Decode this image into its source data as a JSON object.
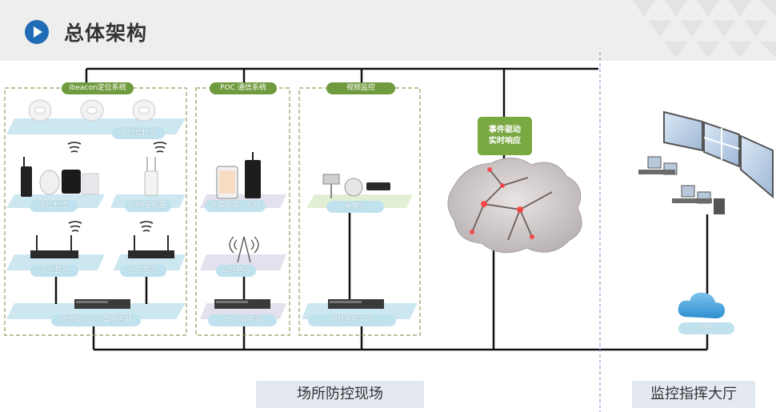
{
  "header": {
    "title": "总体架构",
    "accent": "#1f6bb5"
  },
  "groups": [
    {
      "title": "ibeacon定位系统"
    },
    {
      "title": "POC 通信系统"
    },
    {
      "title": "视频监控"
    }
  ],
  "labels": {
    "beacon_points": "定位信标点",
    "positioning_tags": "定位标签",
    "gateway_monitor": "网络监控器",
    "positioning_base": "定位基站",
    "monitor_base": "监控基站",
    "map_server": "地图及定位引擎服务器",
    "multimode_terminal": "多模终端、手机",
    "public_network_base": "公网基站",
    "poc_server": "POC 服务器",
    "camera": "摄像头",
    "video_platform": "视频监控平台",
    "network": "网络"
  },
  "event_box": {
    "line1": "事件驱动",
    "line2": "实时响应"
  },
  "footer": {
    "left": "场所防控现场",
    "right": "监控指挥大厅"
  },
  "colors": {
    "group_border": "#8ea05a",
    "pill_green": "#6f9a3e",
    "pill_blue": "#bfe2ee",
    "event_green": "#7aa843"
  }
}
